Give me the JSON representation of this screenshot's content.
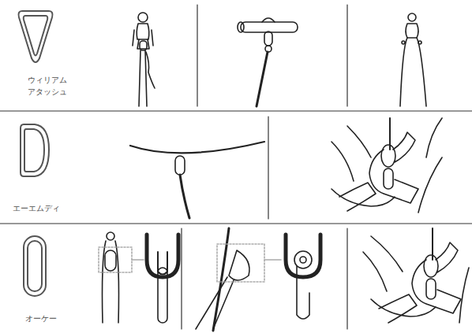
{
  "diagram": {
    "labels": [
      "ウィリアム アタッシュ",
      "エーエムディ",
      "オーケー"
    ]
  }
}
